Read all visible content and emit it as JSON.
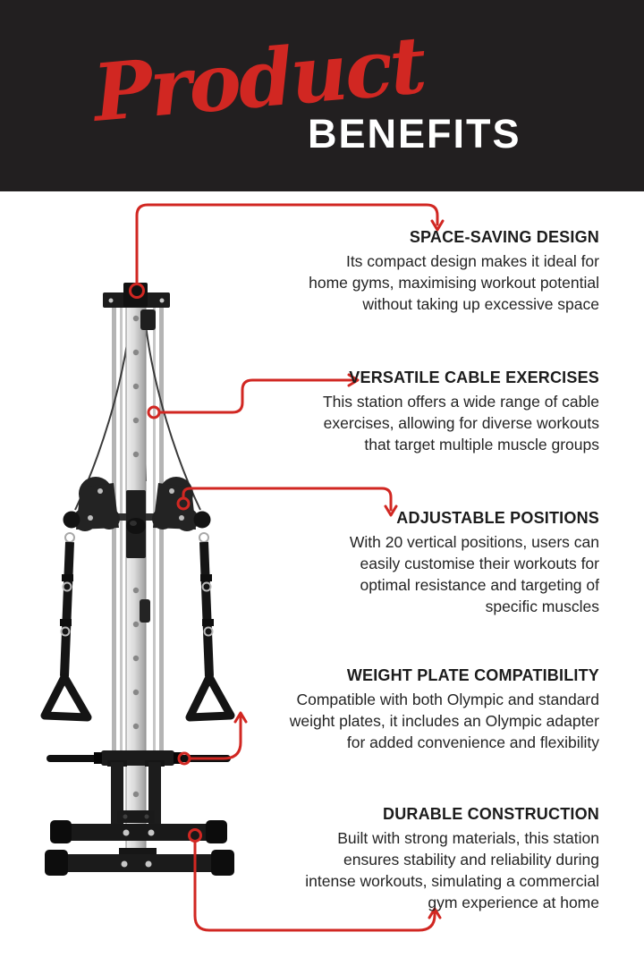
{
  "header": {
    "script_word": "Product",
    "main_word": "BENEFITS",
    "background_color": "#221f20",
    "script_color": "#d12722",
    "main_color": "#ffffff"
  },
  "accent_color": "#d12722",
  "illustration": "cable-pulley-station",
  "benefits": [
    {
      "title": "SPACE-SAVING DESIGN",
      "body": "Its compact design makes it ideal for\nhome gyms, maximising workout potential\nwithout taking up excessive space"
    },
    {
      "title": "VERSATILE CABLE EXERCISES",
      "body": "This station offers a wide range of cable\nexercises, allowing for diverse workouts\nthat target multiple muscle groups"
    },
    {
      "title": "ADJUSTABLE POSITIONS",
      "body": "With 20 vertical positions, users can\neasily customise their workouts for\noptimal resistance and targeting of\nspecific muscles"
    },
    {
      "title": "WEIGHT PLATE COMPATIBILITY",
      "body": "Compatible with both Olympic and standard\nweight plates, it includes an Olympic adapter\nfor added convenience and flexibility"
    },
    {
      "title": "DURABLE CONSTRUCTION",
      "body": "Built with strong materials, this station\nensures stability and reliability during\nintense workouts, simulating a commercial\ngym experience at home"
    }
  ]
}
